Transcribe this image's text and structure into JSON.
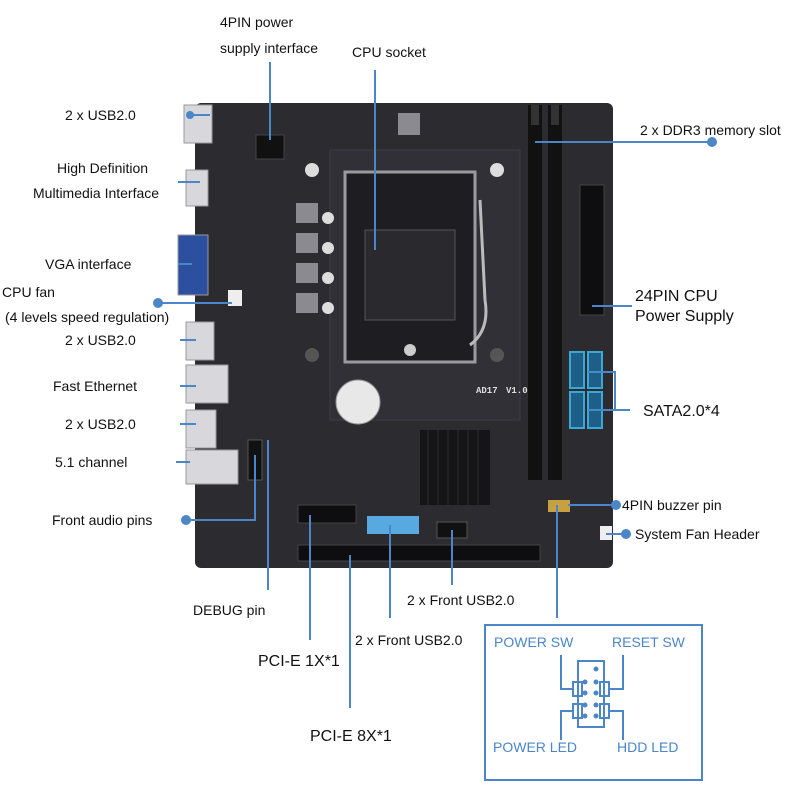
{
  "board": {
    "model_silk": "AD17",
    "version_silk": "V1.0"
  },
  "labels": {
    "power4pin_l1": "4PIN power",
    "power4pin_l2": "supply interface",
    "cpu_socket": "CPU socket",
    "usb_top": "2 x USB2.0",
    "hdmi_l1": "High Definition",
    "hdmi_l2": "Multimedia Interface",
    "vga": "VGA interface",
    "cpu_fan_l1": "CPU fan",
    "cpu_fan_l2": "(4 levels speed regulation)",
    "usb_mid": "2 x USB2.0",
    "ethernet": "Fast Ethernet",
    "usb_low": "2 x USB2.0",
    "audio51": "5.1 channel",
    "front_audio": "Front audio pins",
    "debug": "DEBUG pin",
    "pcie1x": "PCI-E 1X*1",
    "pcie8x": "PCI-E 8X*1",
    "front_usb_a": "2 x Front USB2.0",
    "front_usb_b": "2 x Front USB2.0",
    "ddr3": "2 x DDR3 memory slot",
    "atx24_l1": "24PIN CPU",
    "atx24_l2": "Power Supply",
    "sata": "SATA2.0*4",
    "buzzer": "4PIN buzzer pin",
    "sys_fan": "System Fan Header"
  },
  "panel_header": {
    "power_sw": "POWER SW",
    "reset_sw": "RESET SW",
    "power_led": "POWER LED",
    "hdd_led": "HDD  LED"
  },
  "colors": {
    "accent": "#4a86c8",
    "board": "#2b2b30",
    "sata": "#3aa7d6"
  }
}
